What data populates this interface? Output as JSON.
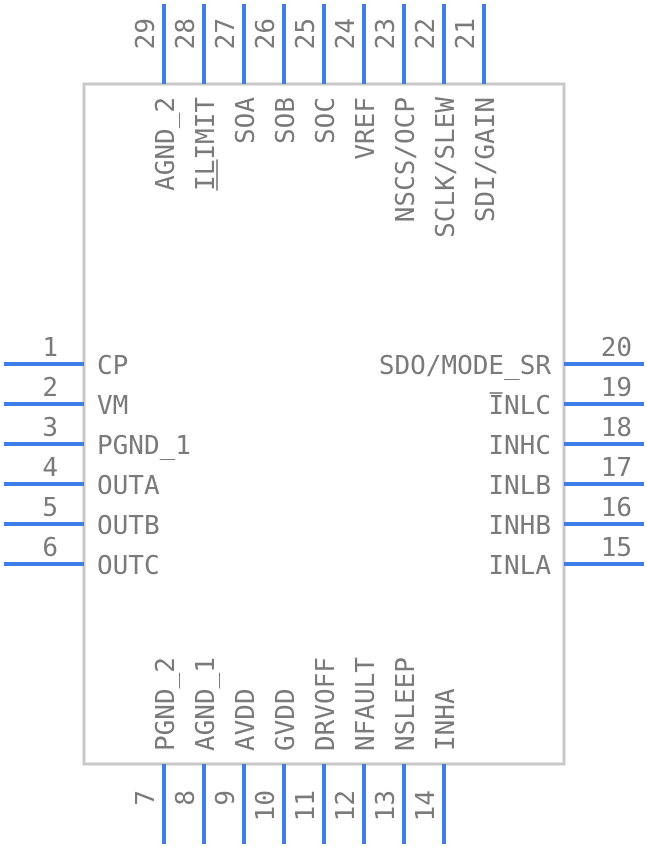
{
  "left_pins": [
    {
      "num": "1",
      "name": "CP"
    },
    {
      "num": "2",
      "name": "VM"
    },
    {
      "num": "3",
      "name": "PGND_1"
    },
    {
      "num": "4",
      "name": "OUTA"
    },
    {
      "num": "5",
      "name": "OUTB"
    },
    {
      "num": "6",
      "name": "OUTC"
    }
  ],
  "bottom_pins": [
    {
      "num": "7",
      "name": "PGND_2"
    },
    {
      "num": "8",
      "name": "AGND_1"
    },
    {
      "num": "9",
      "name": "AVDD"
    },
    {
      "num": "10",
      "name": "GVDD"
    },
    {
      "num": "11",
      "name": "DRVOFF"
    },
    {
      "num": "12",
      "name": "NFAULT"
    },
    {
      "num": "13",
      "name": "NSLEEP"
    },
    {
      "num": "14",
      "name": "INHA"
    }
  ],
  "right_pins": [
    {
      "num": "15",
      "name": "INLA"
    },
    {
      "num": "16",
      "name": "INHB"
    },
    {
      "num": "17",
      "name": "INLB"
    },
    {
      "num": "18",
      "name": "INHC"
    },
    {
      "num": "19",
      "name": "INLC"
    },
    {
      "num": "20",
      "name": "SDO/MODE_SR"
    }
  ],
  "top_pins": [
    {
      "num": "21",
      "name": "SDI/GAIN"
    },
    {
      "num": "22",
      "name": "SCLK/SLEW"
    },
    {
      "num": "23",
      "name": "NSCS/OCP"
    },
    {
      "num": "24",
      "name": "VREF"
    },
    {
      "num": "25",
      "name": "SOC"
    },
    {
      "num": "26",
      "name": "SOB"
    },
    {
      "num": "27",
      "name": "SOA"
    },
    {
      "num": "28",
      "name": "ILIMIT"
    },
    {
      "num": "29",
      "name": "AGND_2"
    }
  ],
  "colors": {
    "pin": "#3d7fe6",
    "outline": "#c8c8c8",
    "text": "#7a7a7a"
  }
}
